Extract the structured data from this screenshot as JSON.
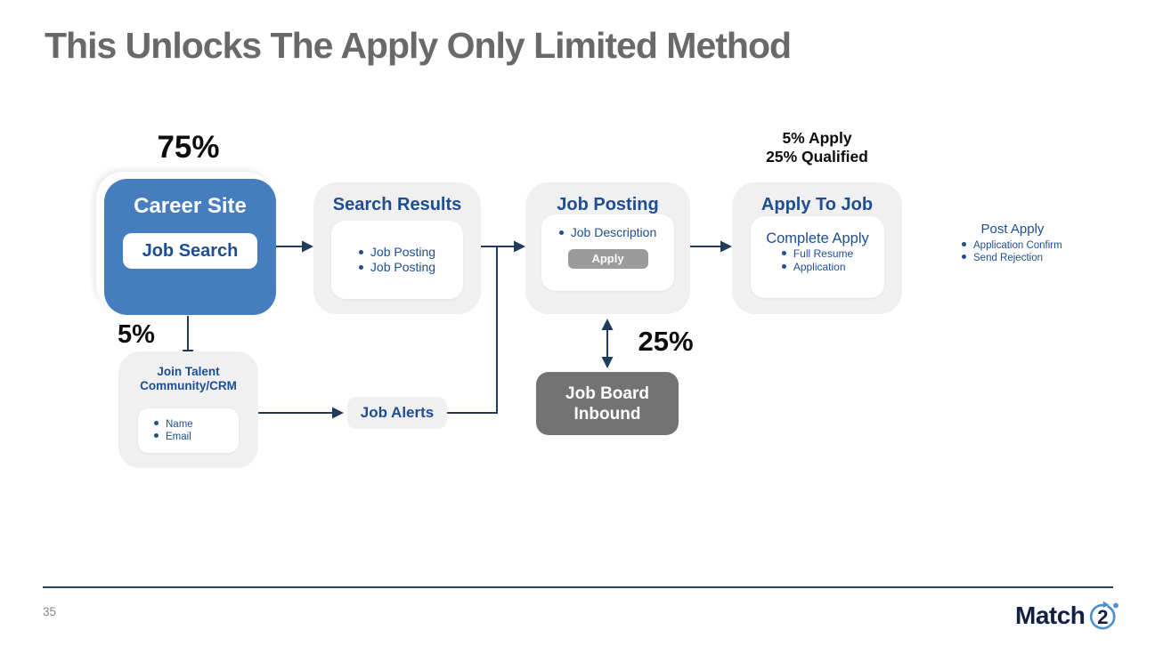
{
  "slide": {
    "title": "This Unlocks The Apply Only Limited Method"
  },
  "labels": {
    "pct_75": "75%",
    "pct_5": "5%",
    "pct_25": "25%",
    "apply_stats_line1": "5% Apply",
    "apply_stats_line2": "25% Qualified"
  },
  "nodes": {
    "career_site": {
      "title": "Career Site",
      "button": "Job Search"
    },
    "search_results": {
      "title": "Search Results",
      "bullets": [
        "Job Posting",
        "Job Posting"
      ]
    },
    "job_posting": {
      "title": "Job Posting",
      "bullets": [
        "Job Description"
      ],
      "button": "Apply"
    },
    "apply_to_job": {
      "title": "Apply To Job",
      "subtitle": "Complete Apply",
      "bullets": [
        "Full Resume",
        "Application"
      ]
    },
    "post_apply": {
      "title": "Post Apply",
      "bullets": [
        "Application Confirm",
        "Send Rejection"
      ]
    },
    "join_talent": {
      "title_line1": "Join Talent",
      "title_line2": "Community/CRM",
      "bullets": [
        "Name",
        "Email"
      ]
    },
    "job_alerts": {
      "title": "Job Alerts"
    },
    "job_board_inbound": {
      "title_line1": "Job Board",
      "title_line2": "Inbound"
    }
  },
  "footer": {
    "page_number": "35",
    "logo_text": "Match",
    "logo_digit": "2"
  },
  "colors": {
    "title_gray": "#696969",
    "primary_blue": "#467dbe",
    "dark_blue_text": "#1d4e91",
    "arrow_navy": "#1f3a5c",
    "light_gray_card": "#f0f0f1",
    "mid_gray_button": "#9b9b9b",
    "dark_gray_card": "#737373",
    "black_label": "#0d0d0d",
    "logo_navy": "#131f45",
    "logo_blue": "#4a8fd3"
  }
}
